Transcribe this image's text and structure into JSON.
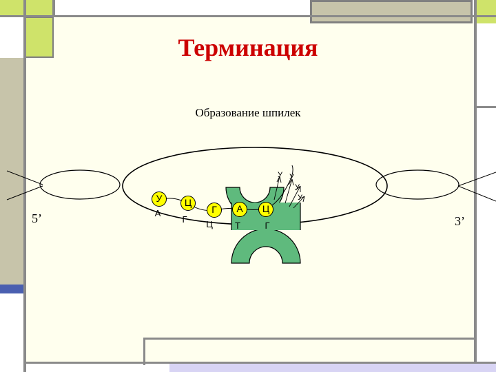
{
  "slide": {
    "title": "Терминация",
    "subtitle": "Образование шпилек",
    "left_end": "5’",
    "right_end": "3’"
  },
  "rna_nucleotides": [
    "У",
    "Ц",
    "Г",
    "А",
    "Ц"
  ],
  "dna_nucleotides": [
    "А",
    "Г",
    "Ц",
    "Т",
    "Г"
  ],
  "hairpin_loop": [
    "У",
    "У",
    "У",
    "У"
  ],
  "colors": {
    "title": "#cc0000",
    "enzyme_fill": "#5fba7d",
    "nucleotide_fill": "#ffff00",
    "slide_background": "#ffffee",
    "accent_green": "#cfe36a",
    "accent_olive": "#c7c4aa",
    "accent_blue": "#4a5fb0",
    "accent_lavender": "#d8d4f4"
  }
}
